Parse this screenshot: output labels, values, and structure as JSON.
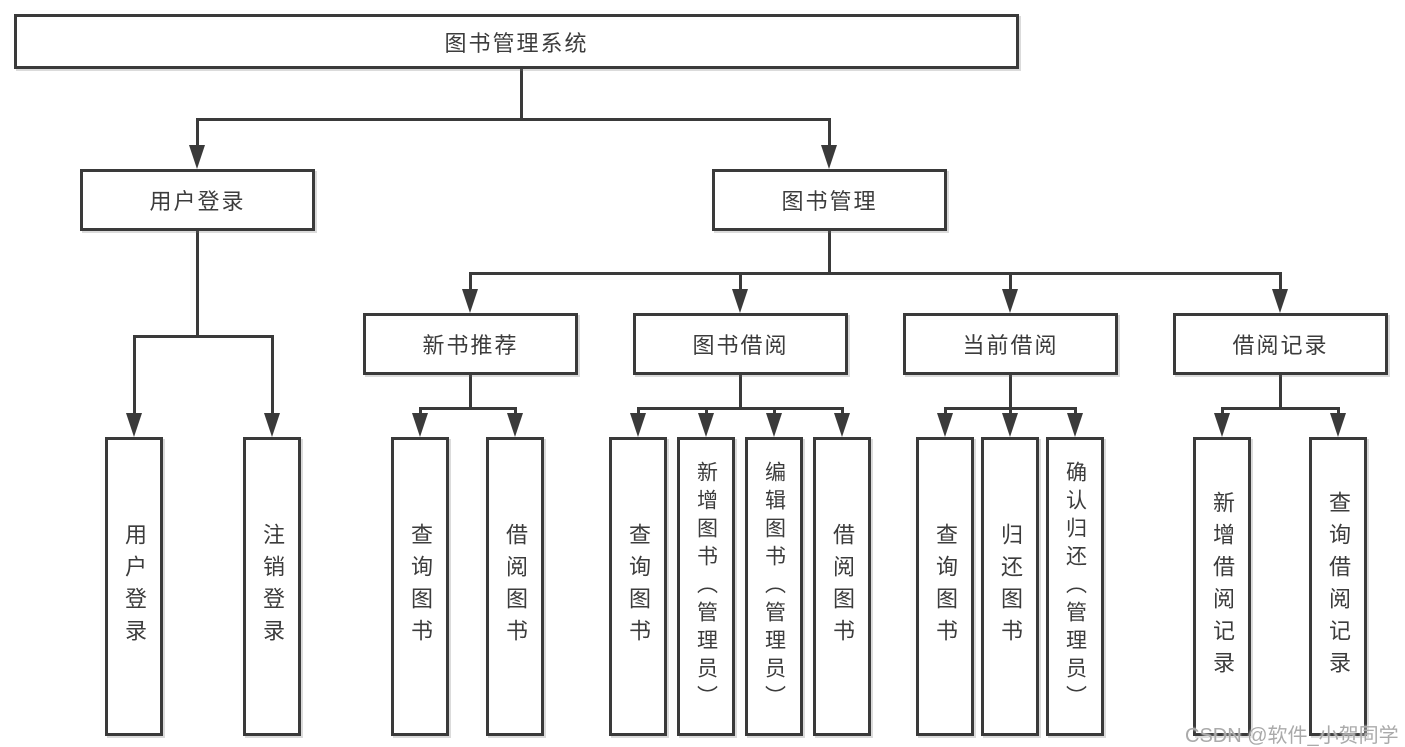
{
  "tree": {
    "root": {
      "label": "图书管理系统"
    },
    "children": [
      {
        "label": "用户登录",
        "children": [
          {
            "label": "用户登录"
          },
          {
            "label": "注销登录"
          }
        ]
      },
      {
        "label": "图书管理",
        "children": [
          {
            "label": "新书推荐",
            "children": [
              {
                "label": "查询图书"
              },
              {
                "label": "借阅图书"
              }
            ]
          },
          {
            "label": "图书借阅",
            "children": [
              {
                "label": "查询图书"
              },
              {
                "label": "新增图书（管理员）"
              },
              {
                "label": "编辑图书（管理员）"
              },
              {
                "label": "借阅图书"
              }
            ]
          },
          {
            "label": "当前借阅",
            "children": [
              {
                "label": "查询图书"
              },
              {
                "label": "归还图书"
              },
              {
                "label": "确认归还（管理员）"
              }
            ]
          },
          {
            "label": "借阅记录",
            "children": [
              {
                "label": "新增借阅记录"
              },
              {
                "label": "查询借阅记录"
              }
            ]
          }
        ]
      }
    ]
  },
  "watermark": "CSDN @软件_小贺同学",
  "colors": {
    "line": "#3a3a3a",
    "text": "#3c3c3c",
    "watermark": "#aaaaaa",
    "background": "#ffffff"
  }
}
